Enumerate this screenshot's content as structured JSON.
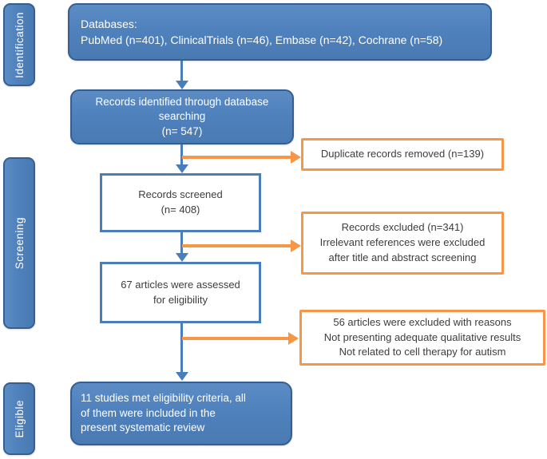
{
  "palette": {
    "blue_fill": "#4f81bd",
    "blue_border": "#365f91",
    "blue_arrow": "#4a7ebb",
    "orange": "#f79646",
    "text_white": "#ffffff",
    "text_dark": "#3d3d3d",
    "bg": "#ffffff"
  },
  "sidebar_stages": [
    {
      "id": "identification",
      "label": "Identification"
    },
    {
      "id": "screening",
      "label": "Screening"
    },
    {
      "id": "eligible",
      "label": "Eligible"
    }
  ],
  "boxes": {
    "databases": {
      "text": "Databases:\nPubMed (n=401), ClinicalTrials (n=46), Embase (n=42), Cochrane (n=58)"
    },
    "identified": {
      "text": "Records identified through database\nsearching\n(n= 547)"
    },
    "screened": {
      "text": "Records screened\n(n= 408)"
    },
    "assessed": {
      "text": "67 articles were assessed\nfor eligibility"
    },
    "included": {
      "text": "11 studies met eligibility criteria, all\nof them were included in the\npresent systematic review"
    },
    "duplicates_removed": {
      "text": "Duplicate records removed (n=139)"
    },
    "records_excluded": {
      "text": "Records excluded (n=341)\nIrrelevant references were excluded\nafter title and abstract screening"
    },
    "excluded_with_reasons": {
      "text": "56 articles were excluded with reasons\nNot presenting adequate qualitative results\nNot related to cell therapy for autism"
    }
  }
}
